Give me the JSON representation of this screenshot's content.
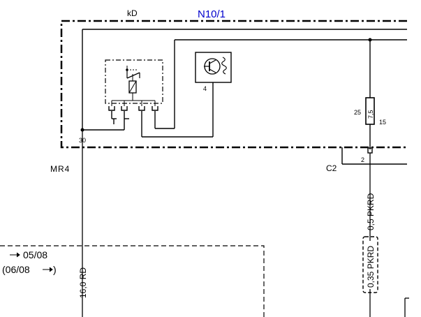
{
  "module": {
    "name": "N10/1",
    "relay_label": "kD",
    "pin_30": "30",
    "pin_4": "4",
    "connector_pin": "2",
    "connector_name": "C2",
    "fuse_value": "7,5",
    "fuse_in": "25",
    "fuse_out": "15",
    "colors": {
      "title": "#0000cc",
      "line": "#000000"
    }
  },
  "left_wire": {
    "label": "MR4",
    "spec": "16,0 RD"
  },
  "right_wire": {
    "spec_upper": "0,5 PKRD",
    "spec_lower": "0,35 PKRD"
  },
  "reference": {
    "line1": "05/08",
    "line2_open": "(06/08",
    "line2_close": ")",
    "arrow_icon": "arrow-right-icon"
  }
}
